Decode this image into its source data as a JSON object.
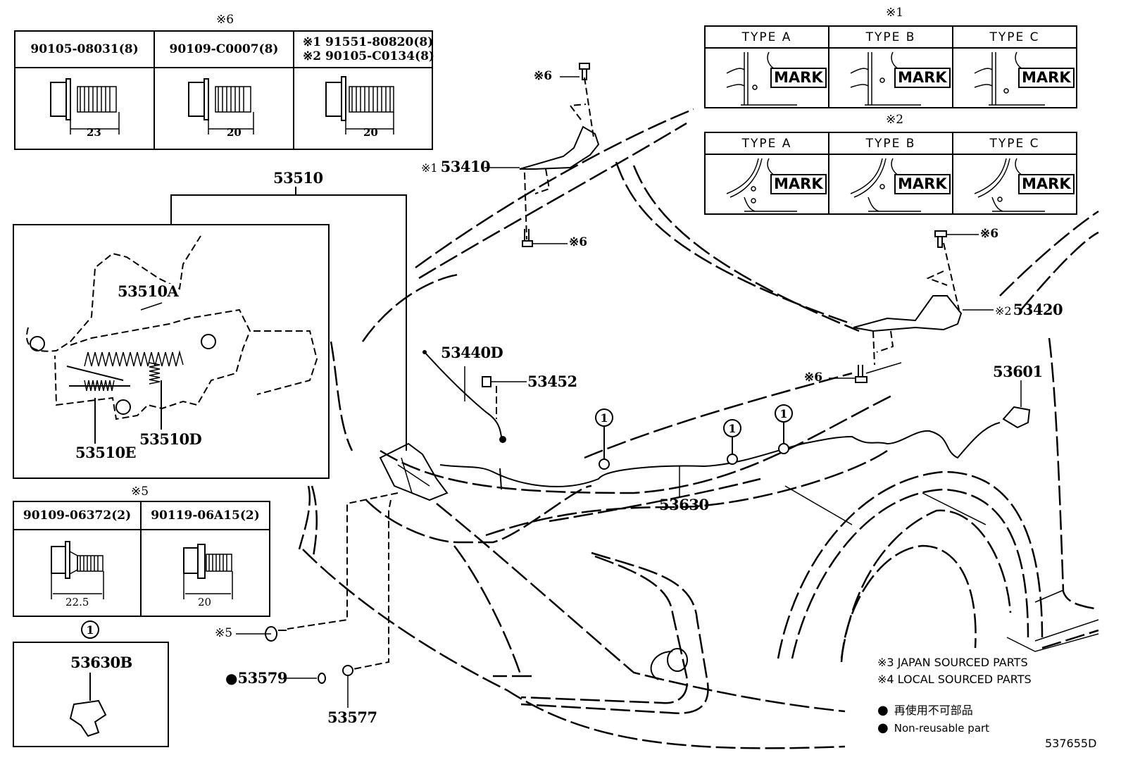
{
  "diagram_id": "537655D",
  "bolt_table_6": {
    "note": "※6",
    "columns": [
      {
        "part": "90105-08031(8)",
        "length": "23"
      },
      {
        "part": "90109-C0007(8)",
        "length": "20"
      },
      {
        "part_line1": "※1 91551-80820(8)",
        "part_line2": "※2 90105-C0134(8)",
        "length": "20"
      }
    ]
  },
  "hinge_mark_tables": [
    {
      "note": "※1",
      "types": [
        "TYPE  A",
        "TYPE  B",
        "TYPE  C"
      ],
      "mark_label": "MARK"
    },
    {
      "note": "※2",
      "types": [
        "TYPE  A",
        "TYPE  B",
        "TYPE  C"
      ],
      "mark_label": "MARK"
    }
  ],
  "lock_assembly": {
    "part": "53510",
    "sub_parts": {
      "a": "53510A",
      "e": "53510E",
      "d": "53510D"
    }
  },
  "bolt_table_5": {
    "note": "※5",
    "columns": [
      {
        "part": "90109-06372(2)",
        "length": "22.5"
      },
      {
        "part": "90119-06A15(2)",
        "length": "20"
      }
    ]
  },
  "clip_box": {
    "ref": "1",
    "part": "53630B"
  },
  "callouts": {
    "hinge_left": {
      "prefix": "※1",
      "part": "53410"
    },
    "hinge_right": {
      "prefix": "※2",
      "part": "53420"
    },
    "bolt_ref": "※6",
    "bolt5_ref": "※5",
    "rod": "53440D",
    "rod_clip": "53452",
    "cable": "53630",
    "release_lever": "53601",
    "grommet": "53579",
    "grommet_mark": "●",
    "cushion": "53577",
    "clip_ref": "1"
  },
  "legend": {
    "line1": "※3 JAPAN SOURCED PARTS",
    "line2": "※4 LOCAL SOURCED PARTS",
    "nonreuse_jp": "再使用不可部品",
    "nonreuse_en": "Non-reusable part",
    "bullet": "●"
  }
}
